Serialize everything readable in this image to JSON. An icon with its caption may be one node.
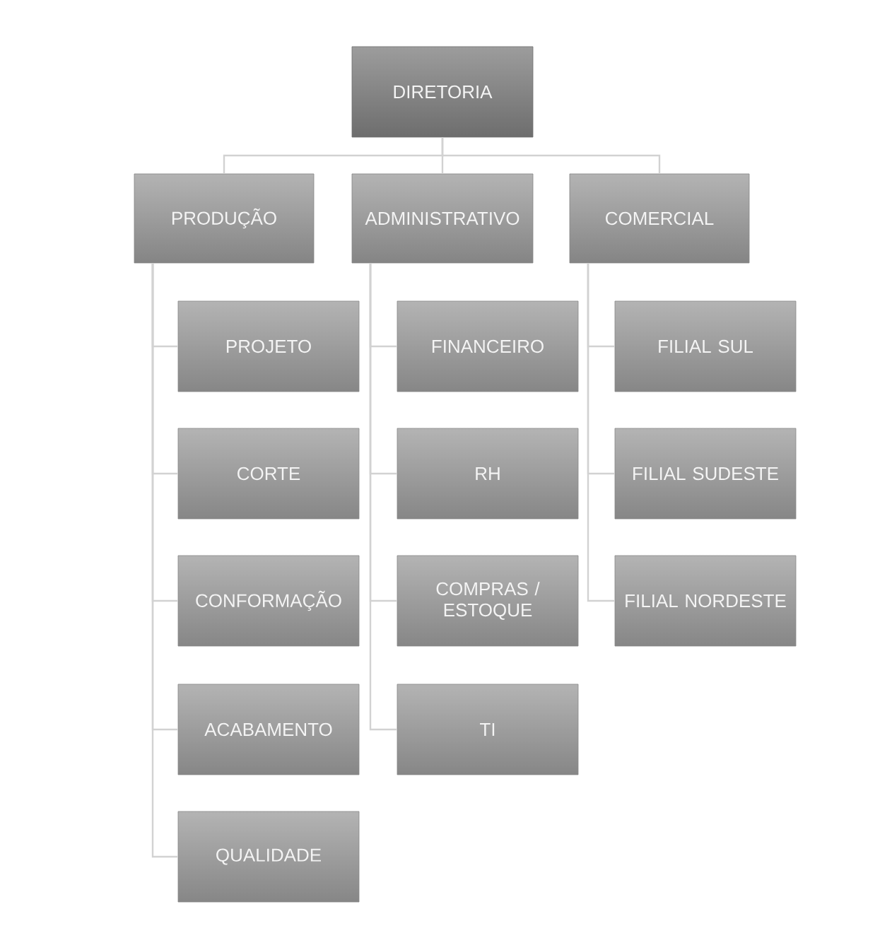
{
  "diagram": {
    "nodes": [
      {
        "text": [
          "DIRETORIA"
        ]
      },
      {
        "text": [
          "PRODUÇÃO"
        ]
      },
      {
        "text": [
          "ADMINISTRATIVO"
        ]
      },
      {
        "text": [
          "COMERCIAL"
        ]
      },
      {
        "text": [
          "PROJETO"
        ]
      },
      {
        "text": [
          "CORTE"
        ]
      },
      {
        "text": [
          "CONFORMAÇÃO"
        ]
      },
      {
        "text": [
          "ACABAMENTO"
        ]
      },
      {
        "text": [
          "QUALIDADE"
        ]
      },
      {
        "text": [
          "FINANCEIRO"
        ]
      },
      {
        "text": [
          "RH"
        ]
      },
      {
        "text": [
          "COMPRAS / ESTOQUE"
        ]
      },
      {
        "text": [
          "TI"
        ]
      },
      {
        "text": [
          "FILIAL SUL"
        ]
      },
      {
        "text": [
          "FILIAL SUDESTE"
        ]
      },
      {
        "text": [
          "FILIAL NORDESTE"
        ]
      }
    ],
    "edges": [
      {
        "from": 0,
        "to": 1,
        "arrow": "none"
      },
      {
        "from": 0,
        "to": 2,
        "arrow": "none"
      },
      {
        "from": 0,
        "to": 3,
        "arrow": "none"
      },
      {
        "from": 1,
        "to": 4,
        "arrow": "none"
      },
      {
        "from": 1,
        "to": 5,
        "arrow": "none"
      },
      {
        "from": 1,
        "to": 6,
        "arrow": "none"
      },
      {
        "from": 1,
        "to": 7,
        "arrow": "none"
      },
      {
        "from": 1,
        "to": 8,
        "arrow": "none"
      },
      {
        "from": 2,
        "to": 9,
        "arrow": "none"
      },
      {
        "from": 2,
        "to": 10,
        "arrow": "none"
      },
      {
        "from": 2,
        "to": 11,
        "arrow": "none"
      },
      {
        "from": 2,
        "to": 12,
        "arrow": "none"
      },
      {
        "from": 3,
        "to": 13,
        "arrow": "none"
      },
      {
        "from": 3,
        "to": 14,
        "arrow": "none"
      },
      {
        "from": 3,
        "to": 15,
        "arrow": "none"
      }
    ]
  }
}
